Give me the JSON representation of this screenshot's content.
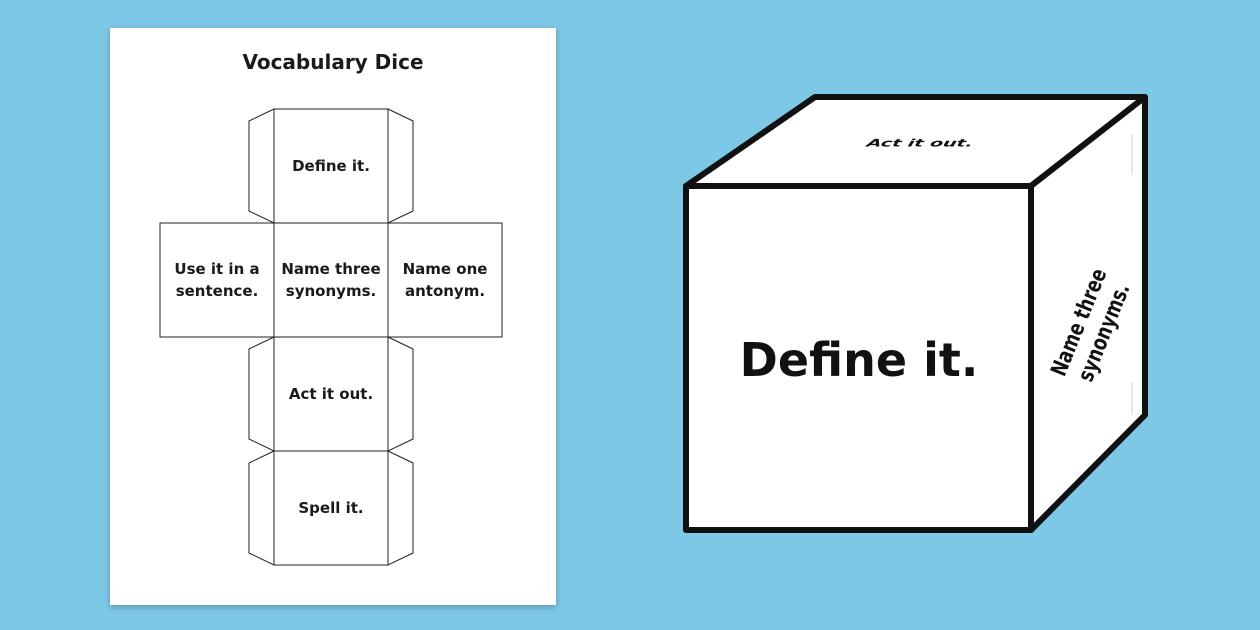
{
  "sheet": {
    "title": "Vocabulary Dice",
    "faces": {
      "top": "Define it.",
      "left": "Use it in a sentence.",
      "center": "Name three synonyms.",
      "right": "Name one antonym.",
      "lower": "Act it out.",
      "bottom": "Spell it."
    }
  },
  "cube": {
    "front": "Define it.",
    "top": "Act it out.",
    "side": "Name three synonyms."
  },
  "colors": {
    "background": "#7cc8e6",
    "paper": "#ffffff",
    "outline": "#111111"
  }
}
